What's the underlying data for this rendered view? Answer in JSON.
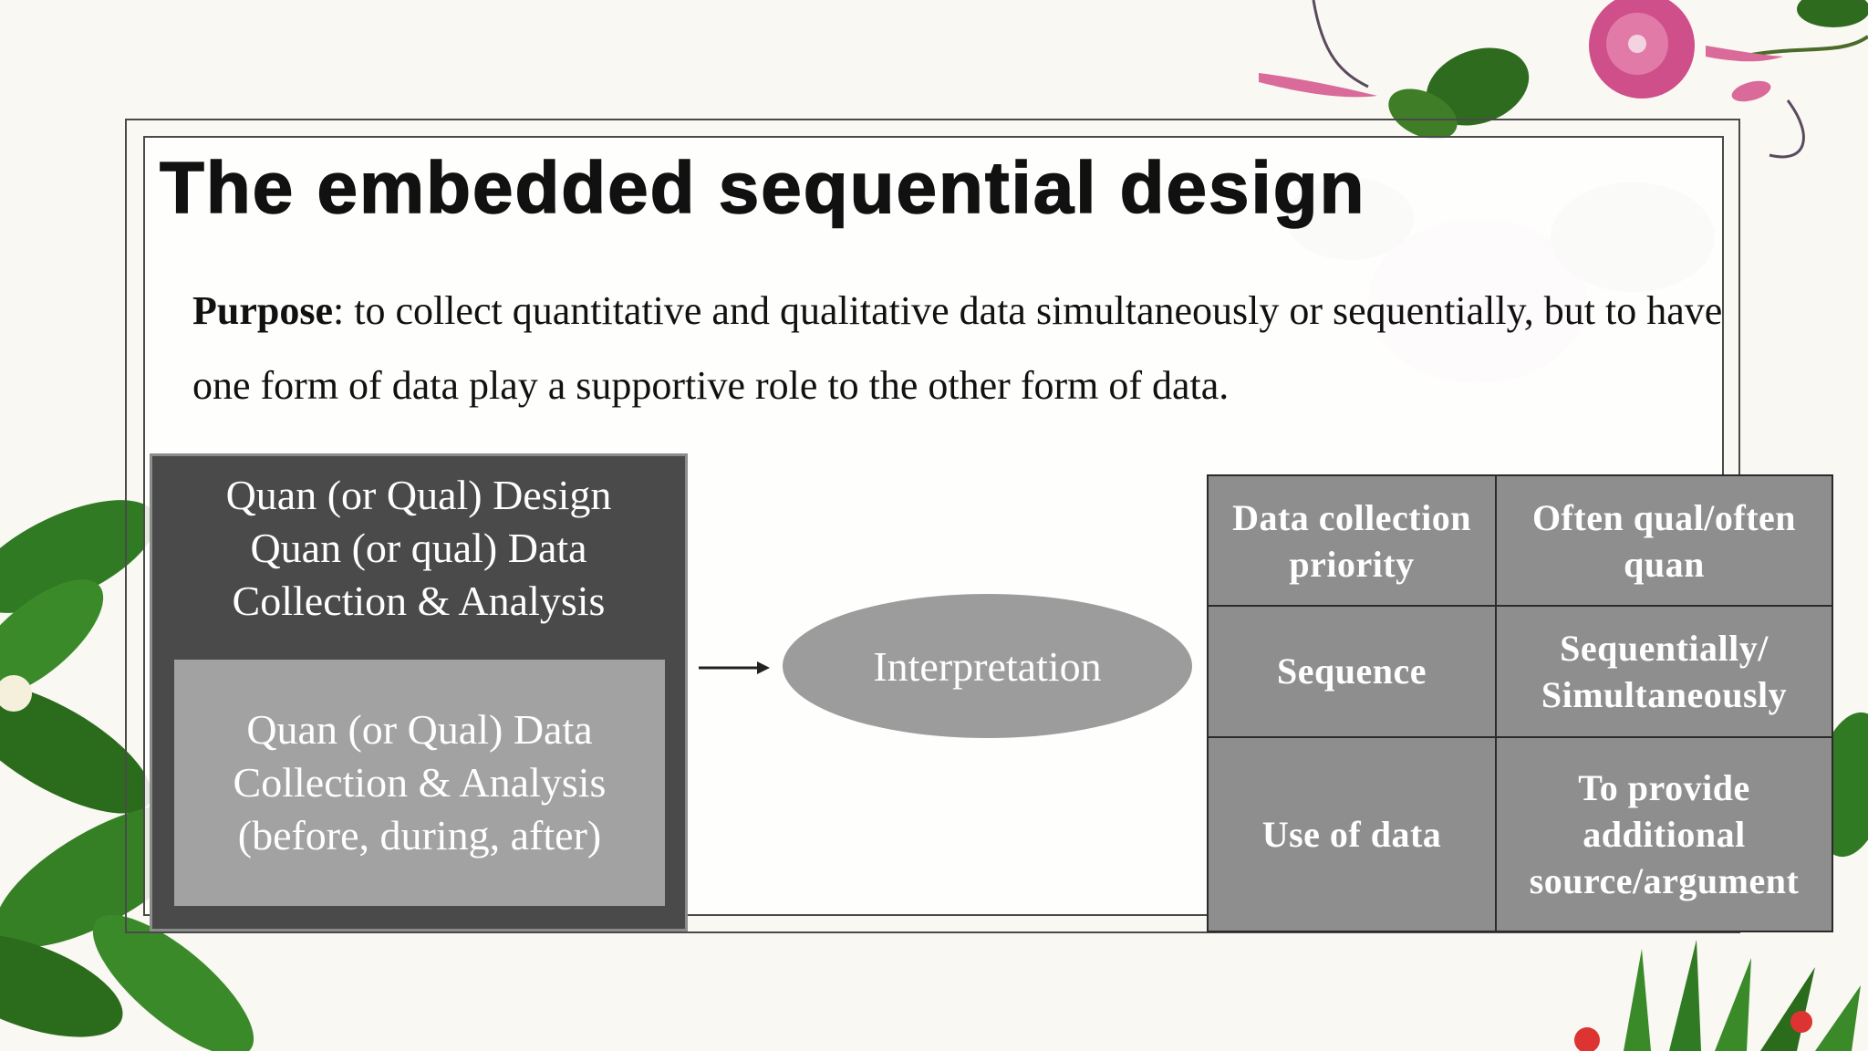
{
  "title": "The embedded sequential design",
  "purpose": {
    "label": "Purpose",
    "text": ": to collect quantitative and qualitative data simultaneously or sequentially, but to have one form of data play a supportive role to the other form of data."
  },
  "diagram": {
    "outer_box_lines": [
      "Quan (or Qual) Design",
      "Quan (or qual) Data",
      "Collection & Analysis"
    ],
    "inner_box_lines": [
      "Quan (or Qual) Data",
      "Collection & Analysis",
      "(before, during, after)"
    ],
    "interpretation": "Interpretation"
  },
  "table": {
    "rows": [
      {
        "label": "Data collection priority",
        "value": "Often qual/often quan"
      },
      {
        "label": "Sequence",
        "value": "Sequentially/ Simultaneously"
      },
      {
        "label": "Use of data",
        "value": "To provide additional source/argument"
      }
    ]
  },
  "colors": {
    "background": "#f9f8f2",
    "dark_box": "#4b4a4b",
    "light_box": "#a2a2a2",
    "ellipse": "#9c9c9c",
    "table_cell": "#8e8e8e"
  }
}
